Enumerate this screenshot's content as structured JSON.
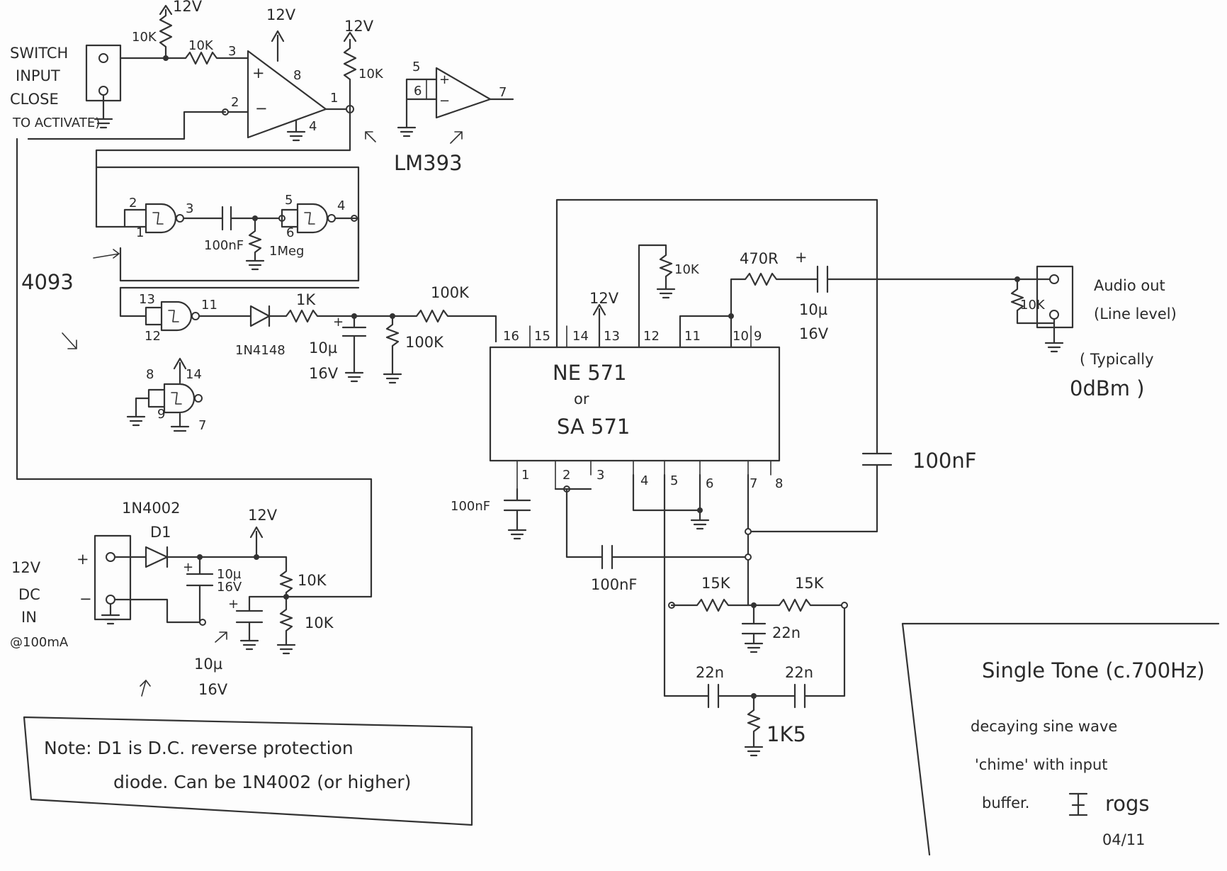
{
  "input": {
    "switch_l1": "SWITCH",
    "switch_l2": "INPUT",
    "switch_l3": "CLOSE",
    "switch_l4": "TO ACTIVATE)"
  },
  "comparator": {
    "supply_a": "12V",
    "supply_b": "12V",
    "supply_c": "12V",
    "r_pullup_in": "10K",
    "r_series": "10K",
    "r_pullup_out": "10K",
    "pin3": "3",
    "pin2": "2",
    "pin8": "8",
    "pin1": "1",
    "pin4": "4",
    "pin5": "5",
    "pin6": "6",
    "pin7": "7",
    "chip": "LM393"
  },
  "gates": {
    "chip": "4093",
    "p2": "2",
    "p1": "1",
    "p3": "3",
    "p5": "5",
    "p6": "6",
    "p4": "4",
    "p13": "13",
    "p12": "12",
    "p11": "11",
    "p8": "8",
    "p9": "9",
    "p14": "14",
    "p7": "7",
    "c1": "100nF",
    "r1": "1Meg"
  },
  "envelope": {
    "diode": "1N4148",
    "r1": "1K",
    "cap_val": "10µ",
    "cap_v": "16V",
    "r2": "100K",
    "r3": "100K"
  },
  "ne571": {
    "name1": "NE 571",
    "name2": "or",
    "name3": "SA 571",
    "p16": "16",
    "p15": "15",
    "p14": "14",
    "p13": "13",
    "p12": "12",
    "p11": "11",
    "p10": "10",
    "p9": "9",
    "p1": "1",
    "p2": "2",
    "p3": "3",
    "p4": "4",
    "p5": "5",
    "p6": "6",
    "p7": "7",
    "p8": "8",
    "v13": "12V",
    "r12": "10K",
    "r_out": "470R",
    "c_out_val": "10µ",
    "c_out_v": "16V",
    "c_fb": "100nF",
    "c_p1": "100nF",
    "c_p2": "100nF"
  },
  "output": {
    "label1": "Audio out",
    "label2": "(Line level)",
    "r_load": "10K",
    "typ1": "( Typically",
    "typ2": "0dBm )"
  },
  "twin_t": {
    "r_a": "15K",
    "r_b": "15K",
    "c_mid": "22n",
    "c_l": "22n",
    "c_r": "22n",
    "r_gnd": "1K5"
  },
  "power": {
    "diode": "1N4002",
    "diode_ref": "D1",
    "plus": "+",
    "minus": "−",
    "in1": "12V",
    "in2": "DC",
    "in3": "IN",
    "in4": "@100mA",
    "v": "12V",
    "c1_val": "10µ",
    "c1_v": "16V",
    "c2_val": "10µ",
    "c2_v": "16V",
    "r1": "10K",
    "r2": "10K"
  },
  "note": {
    "line1": "Note: D1 is D.C. reverse protection",
    "line2": "diode.  Can be 1N4002 (or higher)"
  },
  "titleblock": {
    "l1": "Single Tone (c.700Hz)",
    "l2": "decaying sine wave",
    "l3": "'chime' with input",
    "l4": "buffer.",
    "l5": "rogs",
    "l6": "04/11"
  }
}
